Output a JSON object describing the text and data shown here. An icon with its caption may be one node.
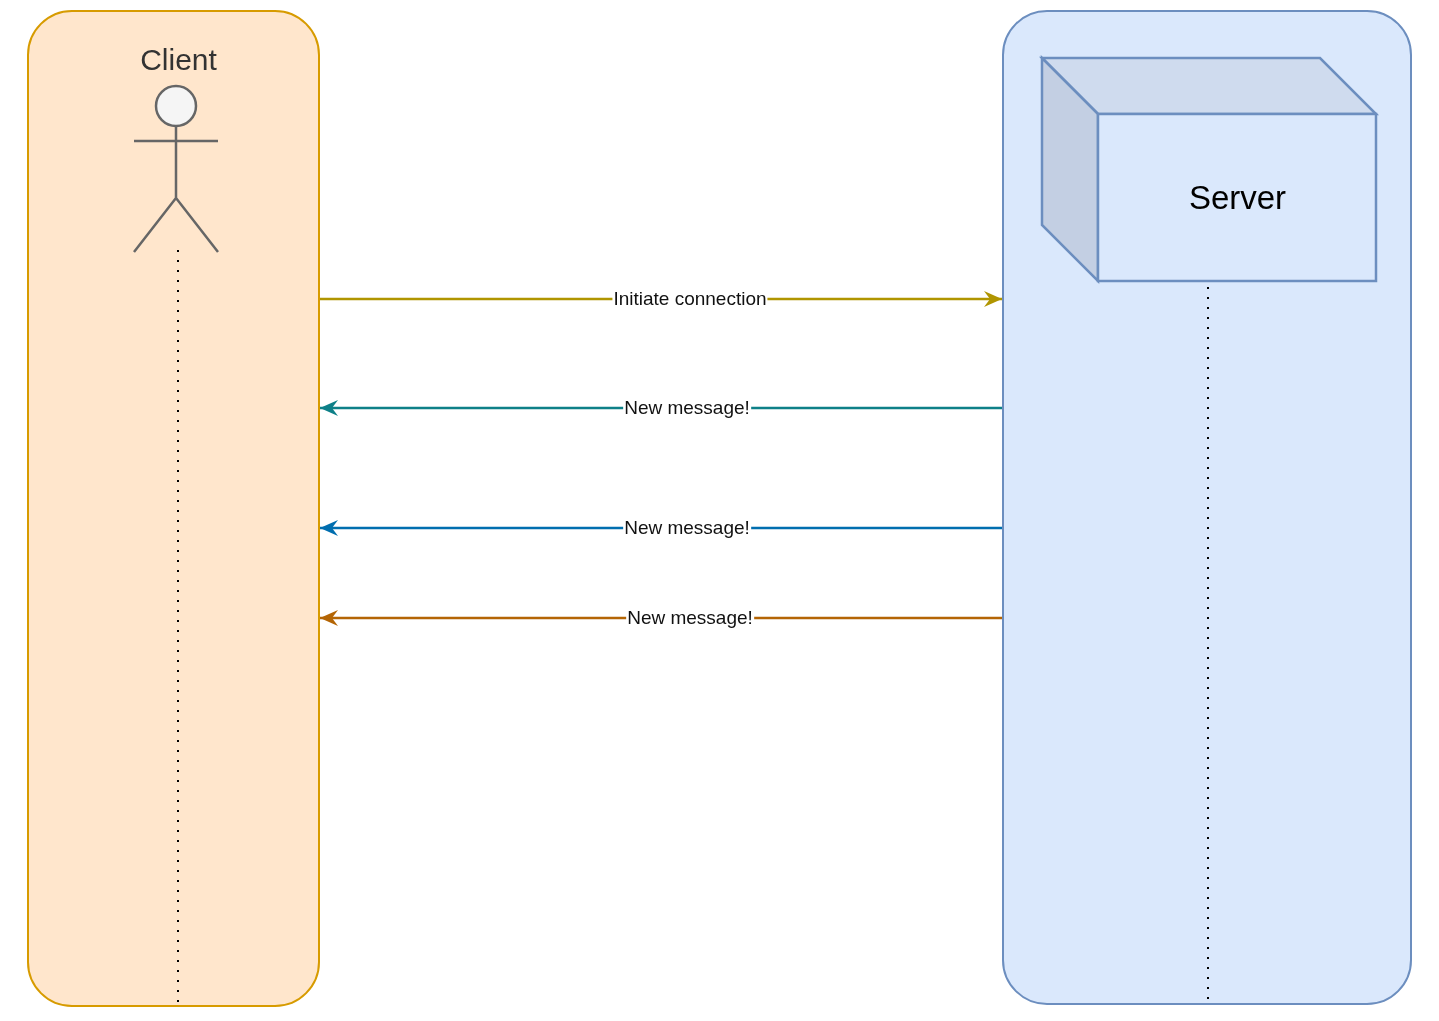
{
  "diagram": {
    "nodes": [
      {
        "text": [
          "Client"
        ]
      },
      {
        "text": [],
        "shape": "box"
      },
      {
        "text": [
          "Server"
        ],
        "in": 1
      }
    ],
    "edges": [
      {
        "from": 0,
        "to": 1,
        "arrow": "to",
        "label": "Initiate connection",
        "color": "#b09500"
      },
      {
        "from": 1,
        "to": 0,
        "arrow": "to",
        "label": "New message!",
        "color": "#0e8088"
      },
      {
        "from": 1,
        "to": 0,
        "arrow": "to",
        "label": "New message!",
        "color": "#006eaf"
      },
      {
        "from": 1,
        "to": 0,
        "arrow": "to",
        "label": "New message!",
        "color": "#b46504"
      }
    ]
  }
}
